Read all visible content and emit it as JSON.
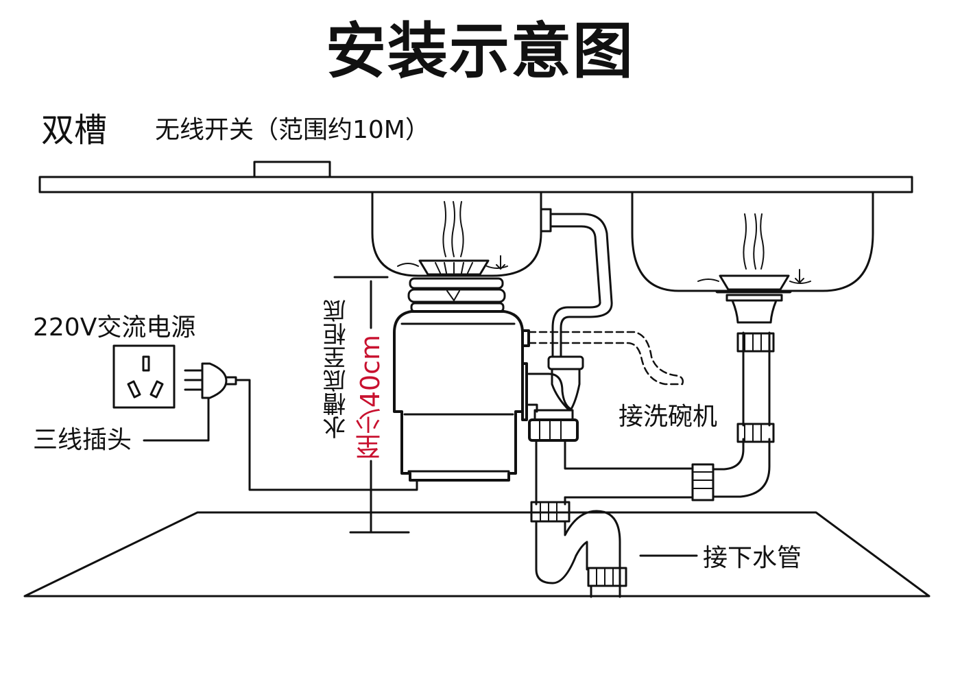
{
  "title": "安装示意图",
  "sink_type": "双槽",
  "labels": {
    "wireless_switch": "无线开关（范围约10M）",
    "power_source": "220V交流电源",
    "three_wire_plug": "三线插头",
    "sink_to_cabinet": "水槽底至柜底",
    "min_distance": "至少40cm",
    "dishwasher": "接洗碗机",
    "drain_pipe": "接下水管"
  },
  "colors": {
    "line": "#111111",
    "accent": "#c8102e",
    "background": "#ffffff"
  }
}
